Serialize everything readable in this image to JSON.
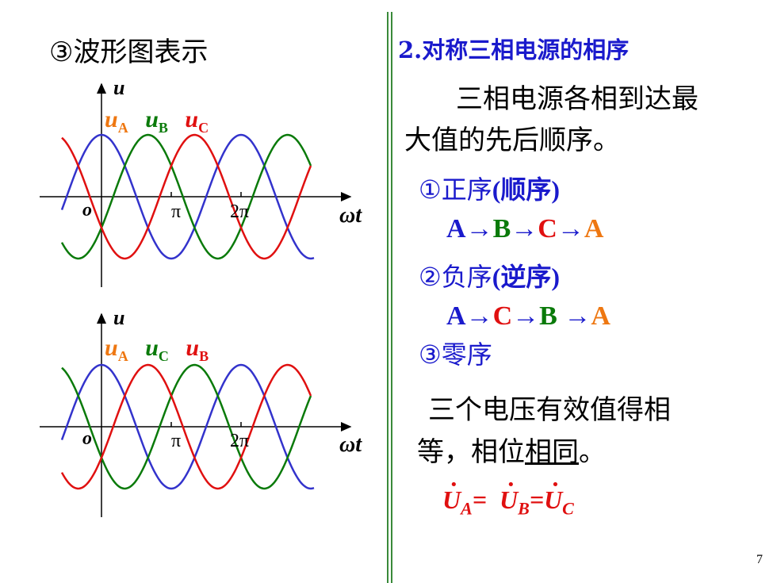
{
  "left": {
    "title": "③波形图表示",
    "plot1": {
      "axis_y": "u",
      "axis_x": "ωt",
      "origin": "o",
      "tick_pi": "π",
      "tick_2pi": "2π",
      "legend": [
        {
          "label": "u",
          "sub": "A",
          "color": "#ee7711"
        },
        {
          "label": "u",
          "sub": "B",
          "color": "#0a7a0a"
        },
        {
          "label": "u",
          "sub": "C",
          "color": "#e01010"
        }
      ]
    },
    "plot2": {
      "axis_y": "u",
      "axis_x": "ωt",
      "origin": "o",
      "tick_pi": "π",
      "tick_2pi": "2π",
      "legend": [
        {
          "label": "u",
          "sub": "A",
          "color": "#ee7711"
        },
        {
          "label": "u",
          "sub": "C",
          "color": "#0a7a0a"
        },
        {
          "label": "u",
          "sub": "B",
          "color": "#e01010"
        }
      ]
    }
  },
  "right": {
    "title": "2.对称三相电源的相序",
    "desc_line1": "三相电源各相到达最",
    "desc_line2": "大值的先后顺序。",
    "pos_seq_label": "①正序",
    "pos_seq_paren": "(顺序)",
    "pos_seq": {
      "a1": "A",
      "b": "B",
      "c": "C",
      "a2": "A",
      "arrow": "→"
    },
    "neg_seq_label": "②负序",
    "neg_seq_paren": "(逆序)",
    "neg_seq": {
      "a1": "A",
      "c": "C",
      "b": "B",
      "a2": "A",
      "arrow": "→"
    },
    "zero_seq_label": "③零序",
    "zero_line1": "三个电压有效值得相",
    "zero_line2_pre": "等，相位",
    "zero_line2_ul": "相同",
    "zero_line2_post": "。",
    "equation": {
      "u": "U",
      "a": "A",
      "b": "B",
      "c": "C",
      "eq": "="
    }
  },
  "page_number": "7",
  "colors": {
    "blue": "#3333cc",
    "green": "#0a7a0a",
    "red": "#e01010",
    "orange": "#ee7711"
  }
}
